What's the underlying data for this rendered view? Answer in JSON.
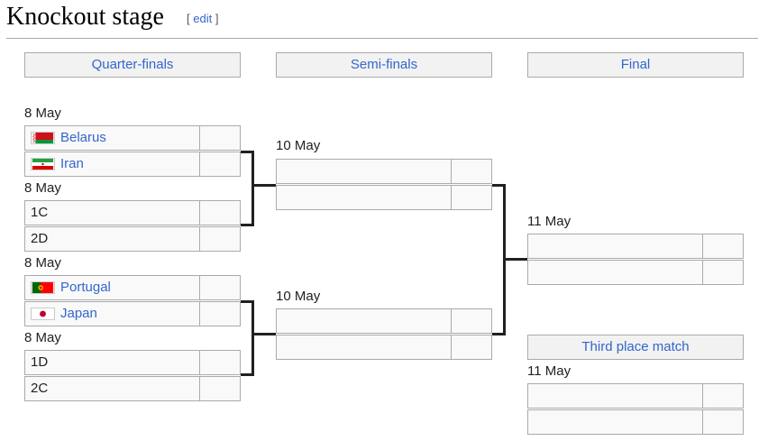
{
  "section": {
    "title": "Knockout stage",
    "edit_open": "[ ",
    "edit_label": "edit",
    "edit_close": " ]"
  },
  "rounds": {
    "qf": "Quarter-finals",
    "sf": "Semi-finals",
    "final": "Final",
    "third": "Third place match"
  },
  "qf": [
    {
      "date": "8 May",
      "home": "Belarus",
      "away": "Iran",
      "home_flag": "flag-belarus-icon",
      "away_flag": "flag-iran-icon"
    },
    {
      "date": "8 May",
      "home": "1C",
      "away": "2D"
    },
    {
      "date": "8 May",
      "home": "Portugal",
      "away": "Japan",
      "home_flag": "flag-portugal-icon",
      "away_flag": "flag-japan-icon"
    },
    {
      "date": "8 May",
      "home": "1D",
      "away": "2C"
    }
  ],
  "sf": [
    {
      "date": "10 May"
    },
    {
      "date": "10 May"
    }
  ],
  "final": {
    "date": "11 May"
  },
  "third": {
    "date": "11 May"
  },
  "colors": {
    "link": "#3366cc",
    "header_bg": "#f2f2f2",
    "cell_bg": "#f9f9f9",
    "border": "#aaaaaa",
    "bracket_line": "#202122"
  }
}
